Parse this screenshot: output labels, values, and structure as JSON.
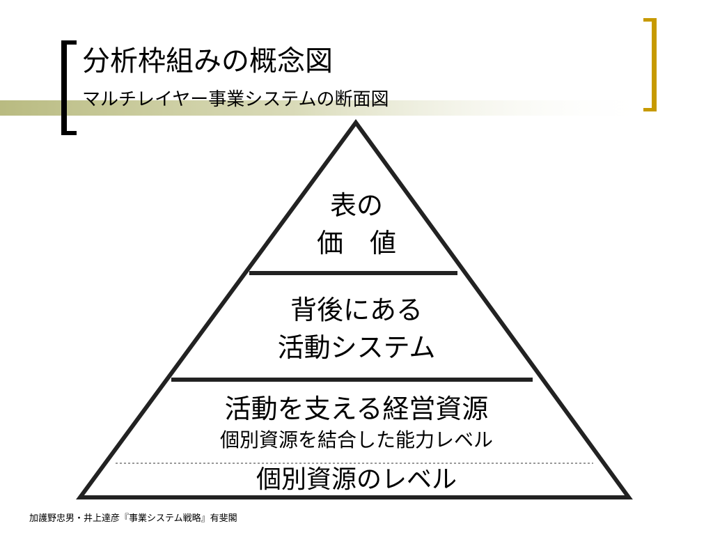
{
  "title": "分析枠組みの概念図",
  "subtitle": "マルチレイヤー事業システムの断面図",
  "pyramid": {
    "apex": {
      "line1": "表の",
      "line2": "価　値"
    },
    "middle": {
      "line1": "背後にある",
      "line2": "活動システム"
    },
    "base": {
      "main": "活動を支える経営資源",
      "sub": "個別資源を結合した能力レベル",
      "bottom": "個別資源のレベル"
    }
  },
  "source": "加護野忠男・井上達彦『事業システム戦略』有斐閣",
  "colors": {
    "accent_bracket": "#c79a00",
    "band": "#b5b77a",
    "outline": "#222222"
  }
}
